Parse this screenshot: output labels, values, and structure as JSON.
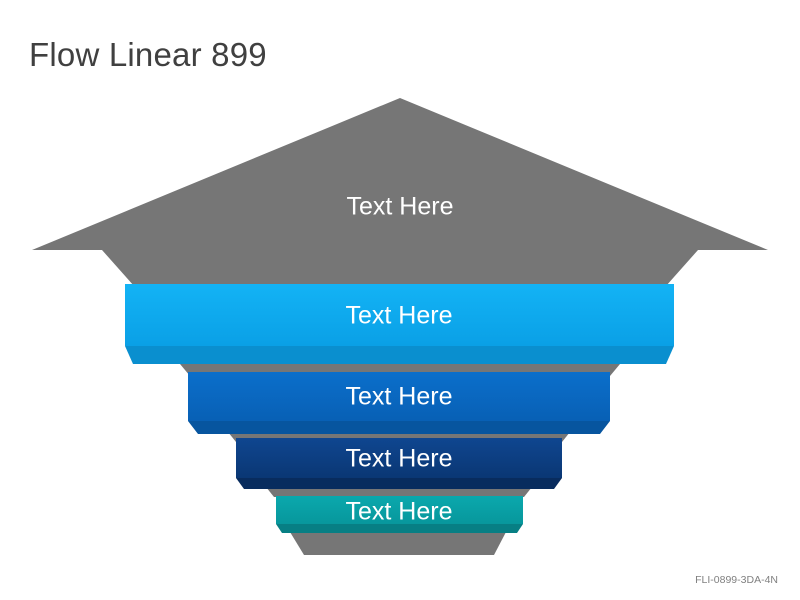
{
  "title": "Flow Linear 899",
  "footer_code": "FLI-0899-3DA-4N",
  "arrow": {
    "label": "Text Here",
    "color": "#767676"
  },
  "levels": [
    {
      "label": "Text Here",
      "face": "#0ea8ef",
      "edge": "#0a8fcf"
    },
    {
      "label": "Text Here",
      "face": "#0a67c0",
      "edge": "#07559f"
    },
    {
      "label": "Text Here",
      "face": "#0c3d80",
      "edge": "#082c5e"
    },
    {
      "label": "Text Here",
      "face": "#09a0a5",
      "edge": "#077f84"
    }
  ],
  "backing_color": "#767676"
}
